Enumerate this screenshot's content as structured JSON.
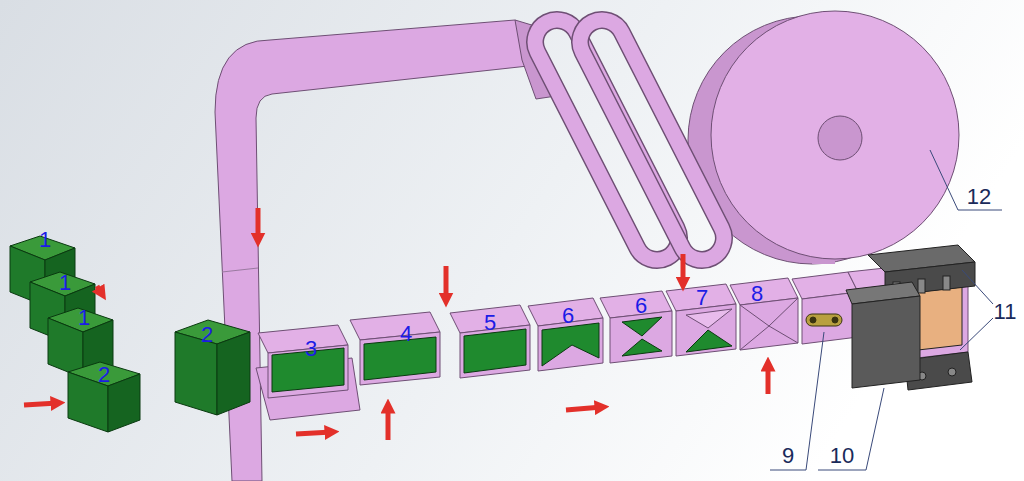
{
  "diagram": {
    "labels": [
      "1",
      "1",
      "1",
      "2",
      "2",
      "3",
      "4",
      "5",
      "6",
      "6",
      "7",
      "8",
      "9",
      "10",
      "11",
      "12"
    ]
  }
}
